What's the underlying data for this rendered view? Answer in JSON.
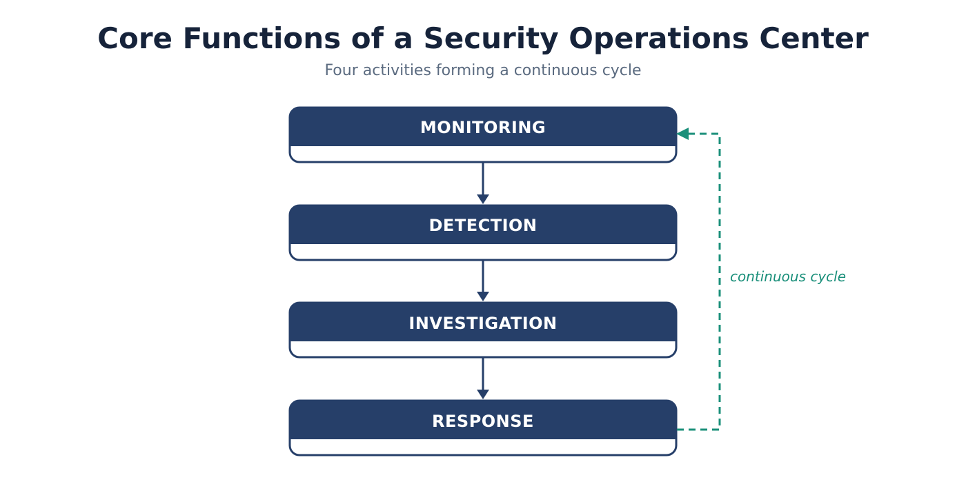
{
  "header": {
    "title": "Core Functions of a Security Operations Center",
    "subtitle": "Four activities forming a continuous cycle"
  },
  "stages": [
    {
      "label": "MONITORING"
    },
    {
      "label": "DETECTION"
    },
    {
      "label": "INVESTIGATION"
    },
    {
      "label": "RESPONSE"
    }
  ],
  "cycle": {
    "label": "continuous cycle"
  },
  "colors": {
    "box_fill": "#263f69",
    "box_border": "#263f69",
    "arrow": "#263f69",
    "cycle_arrow": "#1a8f7a",
    "title": "#16233a",
    "subtitle": "#5b6b80"
  }
}
